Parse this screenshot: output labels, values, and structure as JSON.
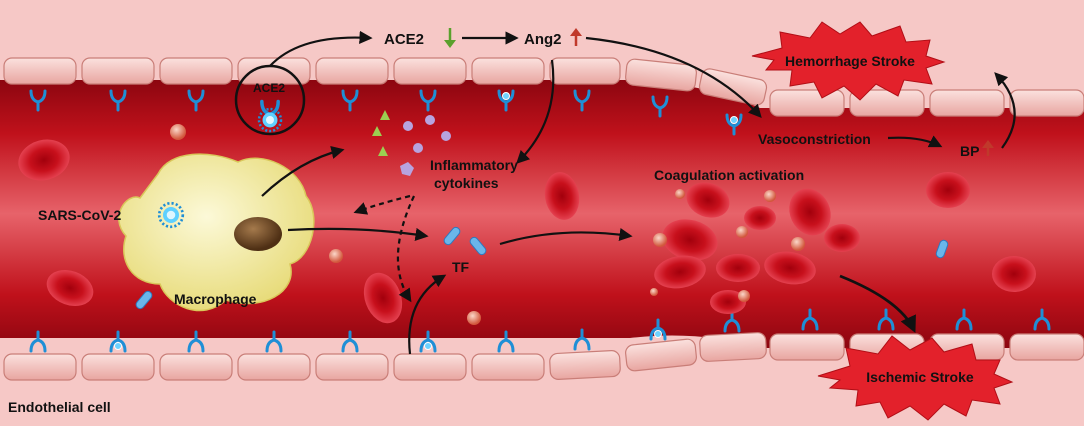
{
  "labels": {
    "ace2_top": "ACE2",
    "ang2": "Ang2",
    "ace2_receptor": "ACE2",
    "hemorrhage": "Hemorrhage Stroke",
    "vasoconstriction": "Vasoconstriction",
    "bp": "BP",
    "inflammatory_1": "Inflammatory",
    "inflammatory_2": "cytokines",
    "coagulation": "Coagulation activation",
    "sars": "SARS-CoV-2",
    "tf": "TF",
    "macrophage": "Macrophage",
    "ischemic": "Ischemic Stroke",
    "endothelial": "Endothelial cell"
  },
  "colors": {
    "down_arrow": "#5aa02c",
    "up_arrow": "#c0392b",
    "receptor": "#1f8fd6",
    "vessel": "#c4121c",
    "cell": "#f3b9b4",
    "macrophage": "#f2eca0"
  }
}
